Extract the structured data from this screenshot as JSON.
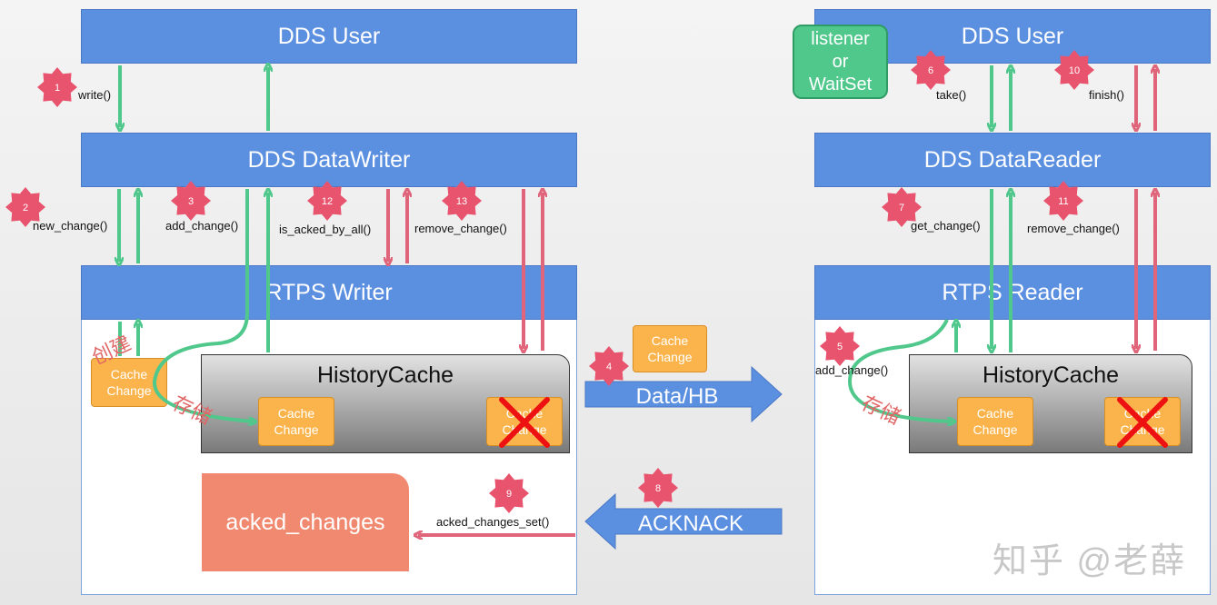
{
  "writer": {
    "dds_user": "DDS User",
    "dds_writer": "DDS DataWriter",
    "rtps_writer": "RTPS Writer",
    "history_cache": "HistoryCache",
    "cache_change_created": "Cache\nChange",
    "cache_change_stored": "Cache\nChange",
    "cache_change_removed": "Cache\nChange",
    "acked_changes": "acked_changes",
    "label_create": "创建",
    "label_store": "存储"
  },
  "reader": {
    "dds_user": "DDS User",
    "dds_reader": "DDS DataReader",
    "rtps_reader": "RTPS Reader",
    "history_cache": "HistoryCache",
    "cache_change_stored": "Cache\nChange",
    "cache_change_removed": "Cache\nChange",
    "listener": "listener\nor\nWaitSet",
    "label_store": "存储"
  },
  "transport": {
    "data_hb": "Data/HB",
    "acknack": "ACKNACK",
    "cache_change": "Cache\nChange"
  },
  "steps": [
    {
      "num": "1",
      "label": "write()"
    },
    {
      "num": "2",
      "label": "new_change()"
    },
    {
      "num": "3",
      "label": "add_change()"
    },
    {
      "num": "4",
      "label": ""
    },
    {
      "num": "5",
      "label": "add_change()"
    },
    {
      "num": "6",
      "label": "take()"
    },
    {
      "num": "7",
      "label": "get_change()"
    },
    {
      "num": "8",
      "label": ""
    },
    {
      "num": "9",
      "label": "acked_changes_set()"
    },
    {
      "num": "10",
      "label": "finish()"
    },
    {
      "num": "11",
      "label": "remove_change()"
    },
    {
      "num": "12",
      "label": "is_acked_by_all()"
    },
    {
      "num": "13",
      "label": "remove_change()"
    }
  ],
  "watermark": "知乎 @老薛",
  "colors": {
    "bar_blue": "#5b8fe0",
    "arrow_green": "#50c88c",
    "arrow_red": "#e0647a",
    "badge_red": "#e8546e",
    "cache_orange": "#fbb44c",
    "acked_salmon": "#f0896f"
  }
}
